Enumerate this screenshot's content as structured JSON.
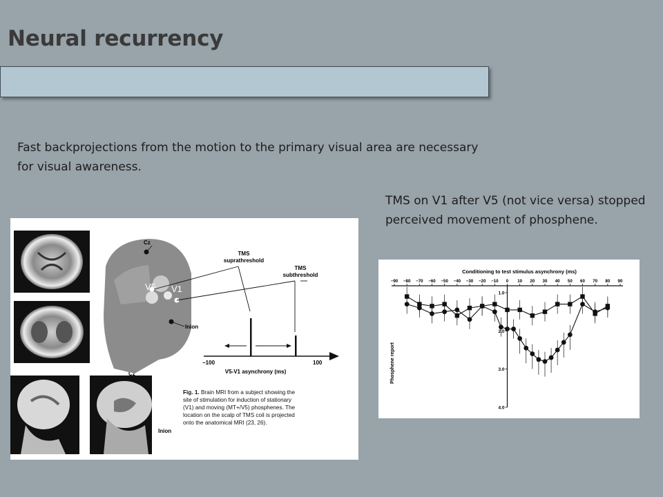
{
  "slide": {
    "title": "Neural recurrency",
    "lead_text": "Fast backprojections from the motion to the primary visual area are necessary for visual awareness.",
    "side_note": "TMS on V1 after V5 (not vice versa) stopped perceived movement of phosphene."
  },
  "figure1": {
    "labels": {
      "cz_top": "Cz",
      "cz_bottom": "Cz",
      "v5": "V5",
      "v1": "V1",
      "inion": "Inion",
      "inion_bottom": "Inion",
      "tms_supra_1": "TMS",
      "tms_supra_2": "suprathreshold",
      "tms_sub_1": "TMS",
      "tms_sub_2": "subthreshold",
      "axis_min": "−100",
      "axis_max": "100",
      "axis_label": "V5-V1 asynchrony (ms)"
    },
    "caption": {
      "lead": "Fig. 1.",
      "lines": [
        "Brain MRI from a subject showing the",
        "site of stimulation for induction of stationary",
        "(V1) and moving (MT+/V5) phosphenes. The",
        "location on the scalp of TMS coil is projected",
        "onto the anatomical MRI (23, 26)."
      ]
    }
  },
  "chart_data": {
    "type": "line",
    "title": "Conditioning to test stimulus asynchrony (ms)",
    "ylabel": "Phosphene report",
    "x_ticks": [
      "−90",
      "−80",
      "−70",
      "−60",
      "−50",
      "−40",
      "−30",
      "−20",
      "−10",
      "0",
      "10",
      "20",
      "30",
      "40",
      "50",
      "60",
      "70",
      "80",
      "90"
    ],
    "y_ticks": [
      "1.0",
      "2.0",
      "3.0",
      "4.0"
    ],
    "xlim": [
      -90,
      90
    ],
    "ylim": [
      1.0,
      4.0
    ],
    "y_inverted": true,
    "x_axis_position": "top",
    "series": [
      {
        "marker": "square",
        "x": [
          -80,
          -70,
          -60,
          -50,
          -40,
          -30,
          -20,
          -10,
          0,
          10,
          20,
          30,
          40,
          50,
          60,
          70,
          80
        ],
        "y": [
          1.1,
          1.3,
          1.35,
          1.3,
          1.6,
          1.4,
          1.35,
          1.3,
          1.45,
          1.45,
          1.6,
          1.5,
          1.3,
          1.3,
          1.1,
          1.55,
          1.35
        ]
      },
      {
        "marker": "circle",
        "x": [
          -80,
          -70,
          -60,
          -50,
          -40,
          -30,
          -20,
          -10,
          -5,
          0,
          5,
          10,
          15,
          20,
          25,
          30,
          35,
          40,
          45,
          50,
          60,
          70,
          80
        ],
        "y": [
          1.3,
          1.4,
          1.55,
          1.5,
          1.45,
          1.7,
          1.35,
          1.5,
          1.9,
          1.95,
          1.95,
          2.2,
          2.45,
          2.6,
          2.75,
          2.8,
          2.7,
          2.5,
          2.3,
          2.1,
          1.3,
          1.5,
          1.4
        ]
      }
    ]
  }
}
